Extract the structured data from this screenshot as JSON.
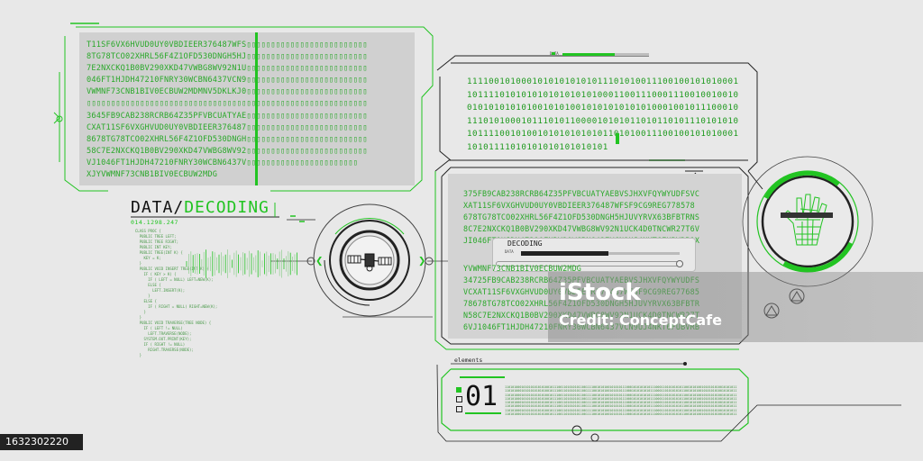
{
  "colors": {
    "background": "#e8e8e8",
    "accent": "#22c422",
    "dark": "#222222",
    "panel": "#d4d4d4"
  },
  "panel1": {
    "lines": [
      "T11SF6VX6HVUD0UY0VBDIEER376487WFS▯▯▯▯▯▯▯▯▯▯▯▯▯▯▯▯▯▯▯▯▯▯▯▯▯",
      "8TG78TCO02XHRL56F4Z1OFD530DNGH5HJ▯▯▯▯▯▯▯▯▯▯▯▯▯▯▯▯▯▯▯▯▯▯▯▯▯",
      "7E2NXCKQ1B0BV290XKD47VWBG8WV92N1U▯▯▯▯▯▯▯▯▯▯▯▯▯▯▯▯▯▯▯▯▯▯▯▯▯",
      "046FT1HJDH47210FNRY30WCBN6437VCN9▯▯▯▯▯▯▯▯▯▯▯▯▯▯▯▯▯▯▯▯▯▯▯▯▯",
      "VWMNF73CNB1BIV0ECBUW2MDMNV5DKLKJ0▯▯▯▯▯▯▯▯▯▯▯▯▯▯▯▯▯▯▯▯▯▯▯▯▯",
      "▯▯▯▯▯▯▯▯▯▯▯▯▯▯▯▯▯▯▯▯▯▯▯▯▯▯▯▯▯▯▯▯▯▯▯▯▯▯▯▯▯▯▯▯▯▯▯▯▯▯▯▯▯▯▯▯▯▯",
      "3645FB9CAB238RCRB64Z35PFVBCUATYAE▯▯▯▯▯▯▯▯▯▯▯▯▯▯▯▯▯▯▯▯▯▯▯▯▯",
      "CXAT11SF6VXGHVUD0UY0VBDIEER376487▯▯▯▯▯▯▯▯▯▯▯▯▯▯▯▯▯▯▯▯▯▯▯▯▯",
      "8678TG78TCO02XHRL56F4Z1OFD530DNGH▯▯▯▯▯▯▯▯▯▯▯▯▯▯▯▯▯▯▯▯▯▯▯▯▯",
      "58C7E2NXCKQ1B0BV290XKD47VWBG8WV92▯▯▯▯▯▯▯▯▯▯▯▯▯▯▯▯▯▯▯▯▯▯▯▯▯",
      "VJ1046FT1HJDH47210FNRY30WCBN6437V▯▯▯▯▯▯▯▯▯▯▯▯▯▯▯▯▯▯▯▯▯▯▯",
      "XJYVWMNF73CNB1BIV0ECBUW2MDG"
    ]
  },
  "heading": {
    "data": "DATA",
    "slash": "/",
    "decoding": "DECODING",
    "sub": "014.1298.247"
  },
  "small_code": [
    "  CLASS PROC {",
    "    PUBLIC TREE LEFT;",
    "    PUBLIC TREE RIGHT;",
    "    PUBLIC INT KEY;",
    "",
    "    PUBLIC TREE(INT K) {",
    "      KEY = K;",
    "    }",
    "",
    "    PUBLIC VOID INSERT TREE(INT K) {",
    "      IF ( KEY > K) {",
    "        IF ( LEFT = NULL) LEFT=NEW(K);",
    "        ELSE {",
    "          LEFT.INSERT(K);",
    "        }",
    "      ELSE {",
    "        IF ( RIGHT = NULL) RIGHT=NEW(K);",
    "      }",
    "    }",
    "",
    "    PUBLIC VOID TRAVERSE(TREE NODE) {",
    "      IF ( LEFT != NULL)",
    "        LEFT.TRAVERSE(NODE);",
    "      SYSTEM.OUT.PRINT(KEY);",
    "      IF ( RIGHT != NULL)",
    "        RIGHT.TRAVERSE(NODE);",
    "    }"
  ],
  "binary_lines": [
    "11110010100010101010101011101010011100100101010001",
    "10111101010101010101010100011001110001110010010010",
    "01010101010100101010010101010101010001001011100010",
    "11101010001011101011000010101011010110101110101010",
    "10111100101001010101010101101010011100100101010001",
    "10101111010101010101010101"
  ],
  "progress_top": {
    "label": "DATA",
    "value": 0.6
  },
  "panel3": {
    "lines_top": [
      "375FB9CAB238RCRB64Z35PFVBCUATYAEBVSJHXVFQYWYUDFSVC",
      "XAT11SF6VXGHVUD0UY0VBDIEER376487WFSF9CG9REG778578",
      "678TG78TCO02XHRL56F4Z1OFD530DNGH5HJUVYRVX63BFBTRNS",
      "8C7E2NXCKQ1B0BV290XKD47VWBG8WV92N1UCK4D0TNCWR27T6V",
      "JI046FT1HJDH47210FNRY30WCBN6437VCN9UJ4NKT6FUBVRB1X"
    ],
    "lines_bottom": [
      "YVWMNF73CNB1BIV0ECBUW2MDG",
      "34725FB9CAB238RCRB64Z35PFVBCUATYAEBVSJHXVFQYWYUDFS",
      "VCXAT11SF6VXGHVUD0UY0VBDIEER376487WFSF9CG9REG77685",
      "78678TG78TCO02XHRL56F4Z1OFD530DNGH5HJUVYRVX63BFBTR",
      "N58C7E2NXCKQ1B0BV290XKD47VWBG8WV92N1UCK4D0TNCWR27T",
      "6VJ1046FT1HJDH47210FNRY30WCBN6437VCN9UJ4NKT6FUBVRB"
    ],
    "decoding_label": "DECODING",
    "progress_label": "DATA",
    "progress_value": 0.55
  },
  "elements_panel": {
    "label": "elements",
    "number": "01",
    "micro_row": "11010100010101010101010010111001101010101100111100101010010101011100010101010101110001101010101011001010100101010101001010101110000101010101011101001010101010101101010100101010111101010101010101"
  },
  "watermark": {
    "brand": "iStock",
    "credit": "Credit: ConceptCafe",
    "id": "1632302220"
  },
  "icons": [
    "satellite-icon",
    "hand-scan-icon",
    "arrow-left-icon",
    "arrow-right-icon"
  ]
}
